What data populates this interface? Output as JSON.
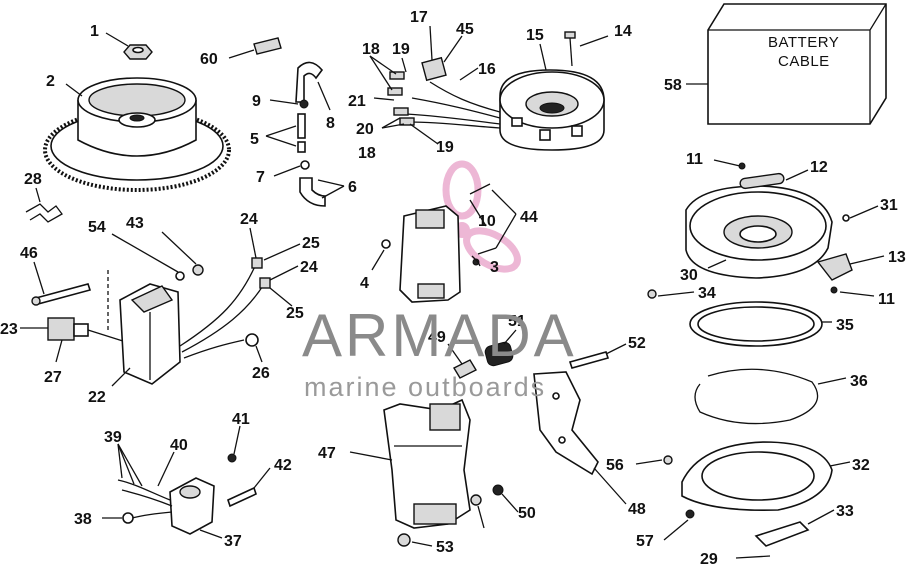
{
  "callouts": {
    "c1": "1",
    "c2": "2",
    "c3": "3",
    "c4": "4",
    "c5": "5",
    "c6": "6",
    "c7": "7",
    "c8": "8",
    "c9": "9",
    "c10": "10",
    "c11a": "11",
    "c11b": "11",
    "c12": "12",
    "c13": "13",
    "c14": "14",
    "c15": "15",
    "c16": "16",
    "c17": "17",
    "c18a": "18",
    "c18b": "18",
    "c19a": "19",
    "c19b": "19",
    "c20": "20",
    "c21": "21",
    "c22": "22",
    "c23": "23",
    "c24a": "24",
    "c24b": "24",
    "c25a": "25",
    "c25b": "25",
    "c26": "26",
    "c27": "27",
    "c28": "28",
    "c29": "29",
    "c30": "30",
    "c31": "31",
    "c32": "32",
    "c33": "33",
    "c34": "34",
    "c35": "35",
    "c36": "36",
    "c37": "37",
    "c38": "38",
    "c39": "39",
    "c40": "40",
    "c41": "41",
    "c42": "42",
    "c43": "43",
    "c44": "44",
    "c45": "45",
    "c46": "46",
    "c47": "47",
    "c48": "48",
    "c49": "49",
    "c50": "50",
    "c51": "51",
    "c52": "52",
    "c53": "53",
    "c54": "54",
    "c56": "56",
    "c57": "57",
    "c58": "58",
    "c60": "60"
  },
  "battery_box": {
    "line1": "BATTERY",
    "line2": "CABLE"
  },
  "watermark": {
    "brand": "ARMADA",
    "tagline": "marine outboards",
    "accent_color": "#e8a0c8"
  }
}
